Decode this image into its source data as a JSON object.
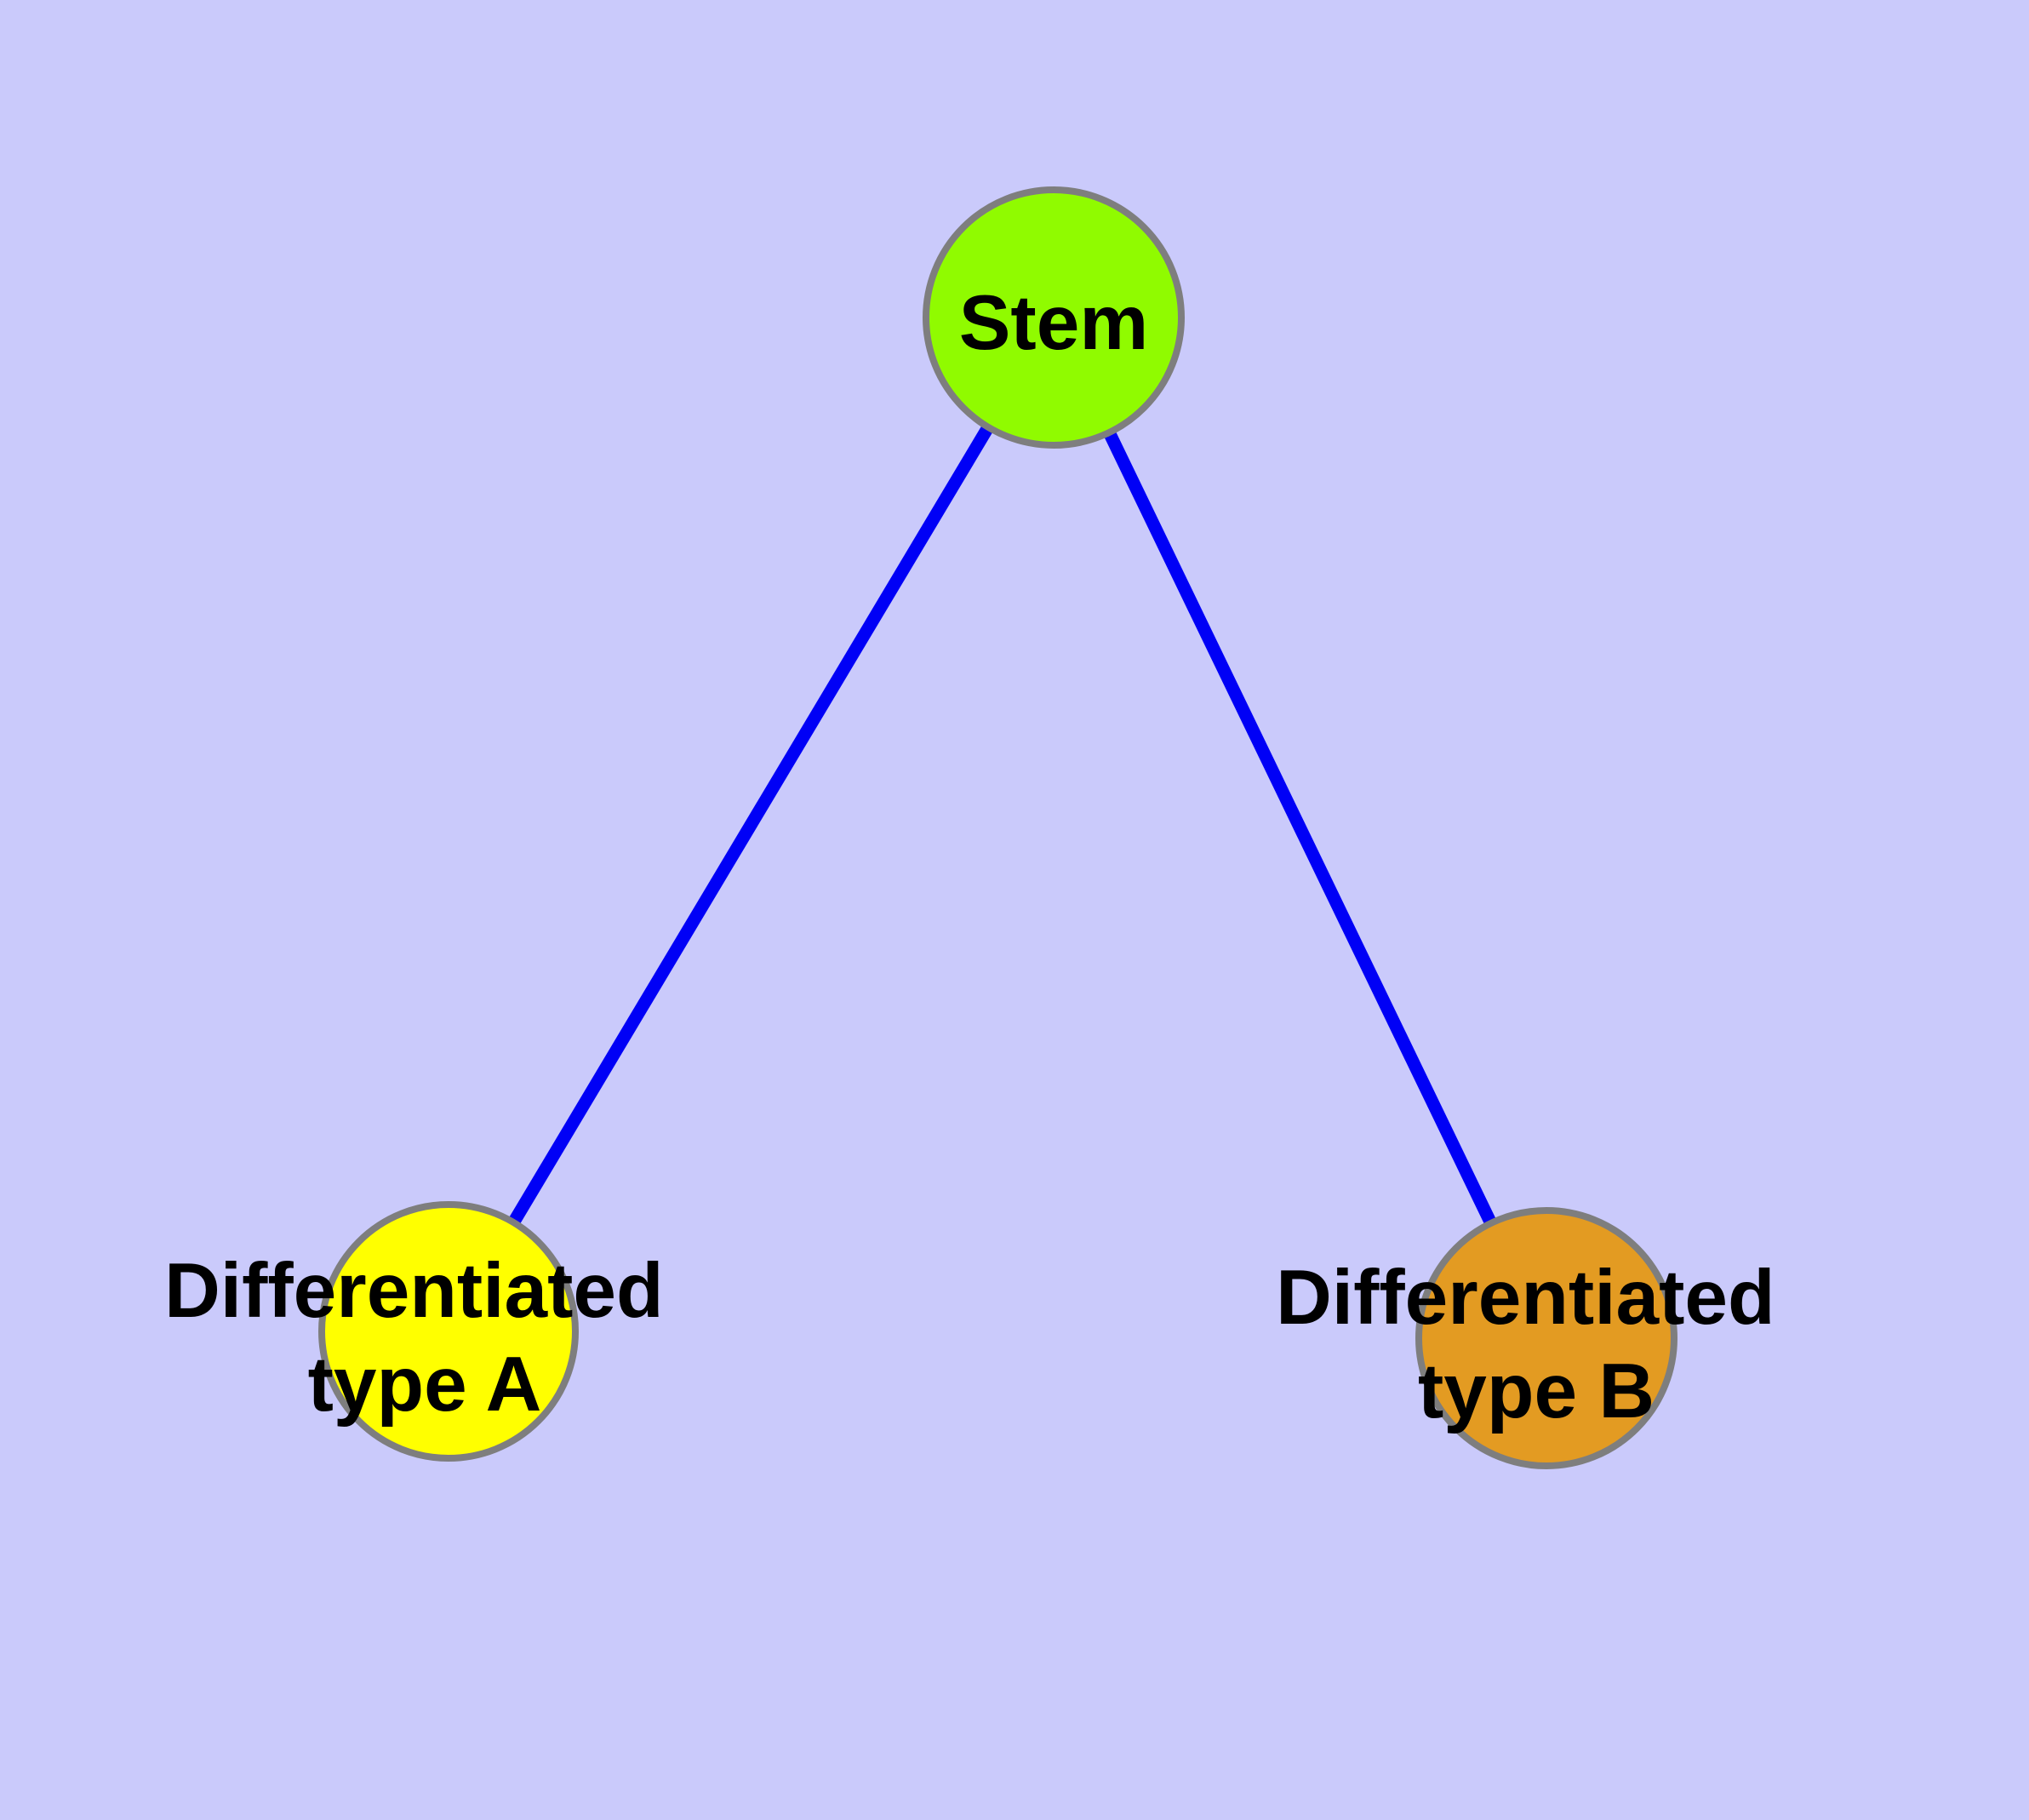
{
  "diagram": {
    "type": "node-link-graph",
    "background_color": "#CACAFB",
    "edge_color": "#0000F6",
    "node_border_color": "#7E7E7E",
    "label_color": "#000000",
    "nodes": [
      {
        "id": "stem",
        "label": "Stem",
        "fill": "#90FB00"
      },
      {
        "id": "differentiated-type-a",
        "label": "Differentiated type A",
        "label_line1": "Differentiated",
        "label_line2": "type A",
        "fill": "#FFFF00"
      },
      {
        "id": "differentiated-type-b",
        "label": "Differentiated type B",
        "label_line1": "Differentiated",
        "label_line2": "type B",
        "fill": "#E39B22"
      }
    ],
    "edges": [
      {
        "from": "Stem",
        "to": "Differentiated type A"
      },
      {
        "from": "Stem",
        "to": "Differentiated type B"
      }
    ]
  }
}
